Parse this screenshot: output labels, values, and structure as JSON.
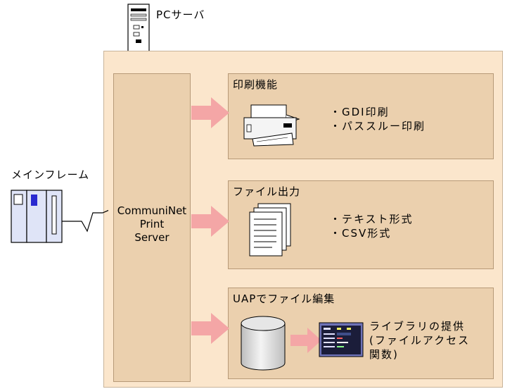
{
  "pc_server_label": "PCサーバ",
  "mainframe_label": "メインフレーム",
  "server": {
    "label": "CommuniNet\nPrint\nServer"
  },
  "functions": [
    {
      "title": "印刷機能",
      "bullets": "・GDI印刷\n・パススルー印刷"
    },
    {
      "title": "ファイル出力",
      "bullets": "・テキスト形式\n・CSV形式"
    },
    {
      "title": "UAPでファイル編集",
      "bullets": "ライブラリの提供\n(ファイルアクセス\n関数)"
    }
  ],
  "colors": {
    "panel": "#fbe6cc",
    "box": "#ebd0ae",
    "arrow": "#f4a6a6",
    "mainframe": "#dfe4f7"
  }
}
